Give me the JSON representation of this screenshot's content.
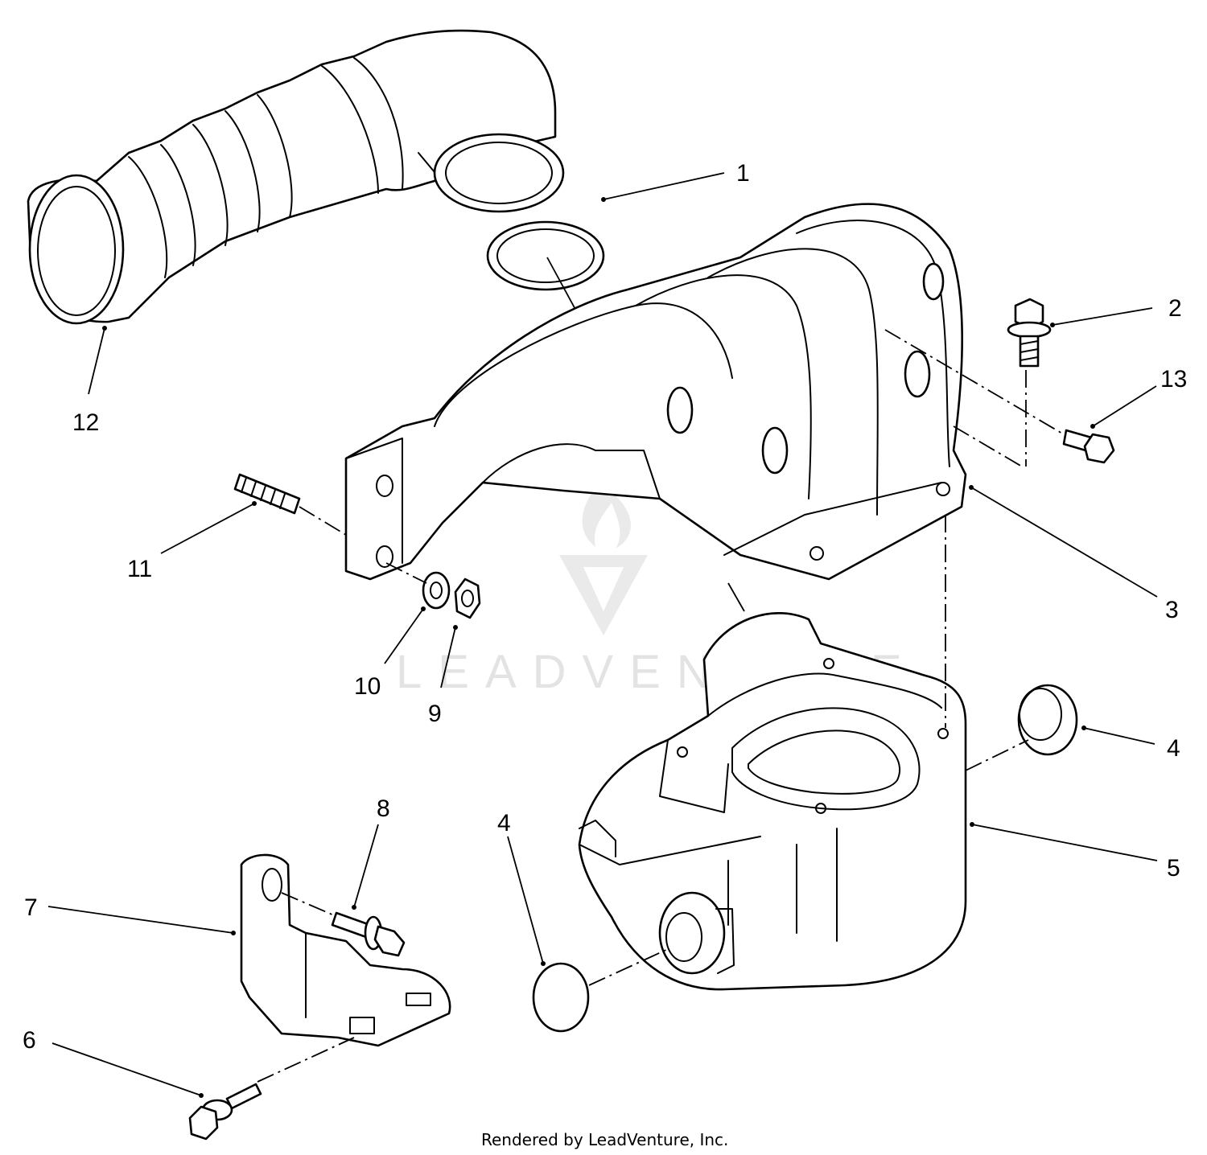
{
  "diagram": {
    "callouts": {
      "c1": "1",
      "c2": "2",
      "c3": "3",
      "c4a": "4",
      "c4b": "4",
      "c5": "5",
      "c6": "6",
      "c7": "7",
      "c8": "8",
      "c9": "9",
      "c10": "10",
      "c11": "11",
      "c12": "12",
      "c13": "13"
    },
    "watermark": "LEADVENTURE",
    "credit": "Rendered by LeadVenture, Inc."
  }
}
